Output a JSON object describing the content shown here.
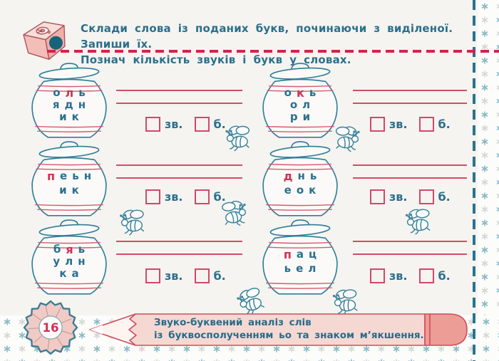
{
  "colors": {
    "teal_text": "#2b6f8d",
    "red_accent": "#d2305a",
    "answer_line_red": "#cf4e66",
    "checkbox_red": "#d2476a",
    "jar_outline_teal": "#2e7d98",
    "jar_stripe_red": "#d65a6e",
    "dashed_divider_red": "#d4224e",
    "dashed_border_teal": "#2a7390",
    "banner_pink": "#f6d8d3",
    "banner_border": "#d24b5e",
    "eraser_pink": "#eb9d96",
    "badge_pink": "#f0cac5",
    "star_teal": "#89b9c3",
    "star_pale": "#d3d8d4"
  },
  "instructions": {
    "line1": "Склади слова із поданих букв, починаючи з виділеної. Запиши їх.",
    "line2": "Познач кількість звуків і букв у словах."
  },
  "jars": [
    {
      "rows": [
        [
          "о",
          "л",
          "ь"
        ],
        [
          "я",
          "д",
          "н"
        ],
        [
          "и",
          "к"
        ]
      ],
      "highlight": {
        "row": 0,
        "col": 1
      }
    },
    {
      "rows": [
        [
          "о",
          "к",
          "ь"
        ],
        [
          "о",
          "л"
        ],
        [
          "р",
          "и"
        ]
      ],
      "highlight": {
        "row": 0,
        "col": 1
      }
    },
    {
      "rows": [
        [
          "п",
          "е",
          "ь",
          "н"
        ],
        [
          "и",
          "к"
        ]
      ],
      "highlight": {
        "row": 0,
        "col": 0
      }
    },
    {
      "rows": [
        [
          "д",
          "н",
          "ь"
        ],
        [
          "е",
          "о",
          "к"
        ]
      ],
      "highlight": {
        "row": 0,
        "col": 0
      }
    },
    {
      "rows": [
        [
          "б",
          "я",
          "ь"
        ],
        [
          "у",
          "л",
          "н"
        ],
        [
          "к",
          "а"
        ]
      ],
      "highlight": {
        "row": 0,
        "col": 1
      }
    },
    {
      "rows": [
        [
          "п",
          "а",
          "ц"
        ],
        [
          "ь",
          "е",
          "л"
        ]
      ],
      "highlight": {
        "row": 0,
        "col": 0
      }
    }
  ],
  "answer_slots": {
    "sounds_label": "зв.",
    "letters_label": "б."
  },
  "footer": {
    "page_number": "16",
    "banner_line1": "Звуко-буквений аналіз слів",
    "banner_line2": "із буквосполученням ьо та знаком м’якшення."
  }
}
